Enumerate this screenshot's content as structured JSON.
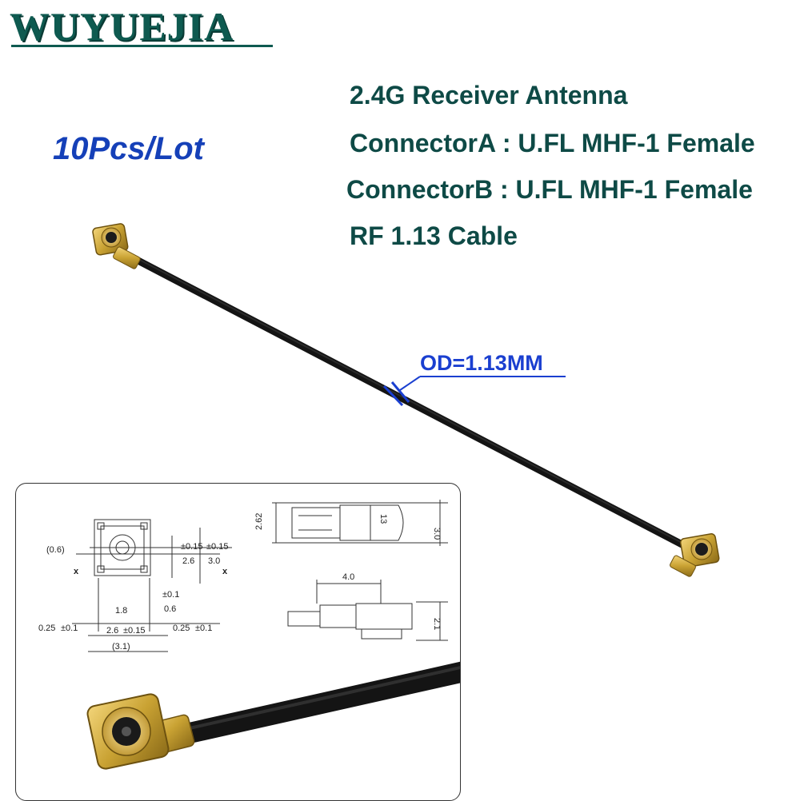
{
  "brand": {
    "name": "WUYUEJIA",
    "color": "#0e5a50"
  },
  "lot_label": "10Pcs/Lot",
  "specs": [
    "2.4G Receiver Antenna",
    "ConnectorA : U.FL MHF-1 Female",
    "ConnectorB : U.FL MHF-1 Female",
    "RF 1.13 Cable"
  ],
  "od_label": "OD=1.13MM",
  "drawing": {
    "front_view": {
      "dims": [
        "(0.6)",
        "2.6",
        "±0.15",
        "3.0",
        "±0.15",
        "0.6",
        "±0.1",
        "1.8",
        "0.25",
        "±0.1",
        "2.6",
        "±0.15",
        "0.25",
        "±0.1",
        "(3.1)",
        "x",
        "x"
      ]
    },
    "top_view": {
      "dims": [
        "2.62",
        "3.0",
        "13"
      ]
    },
    "side_view": {
      "dims": [
        "4.0",
        "2.1"
      ]
    }
  },
  "colors": {
    "spec_text": "#0e4a46",
    "lot_text": "#1540b8",
    "od_text": "#1a3fd0",
    "cable": "#141414",
    "connector_gold": "#c9a233"
  }
}
